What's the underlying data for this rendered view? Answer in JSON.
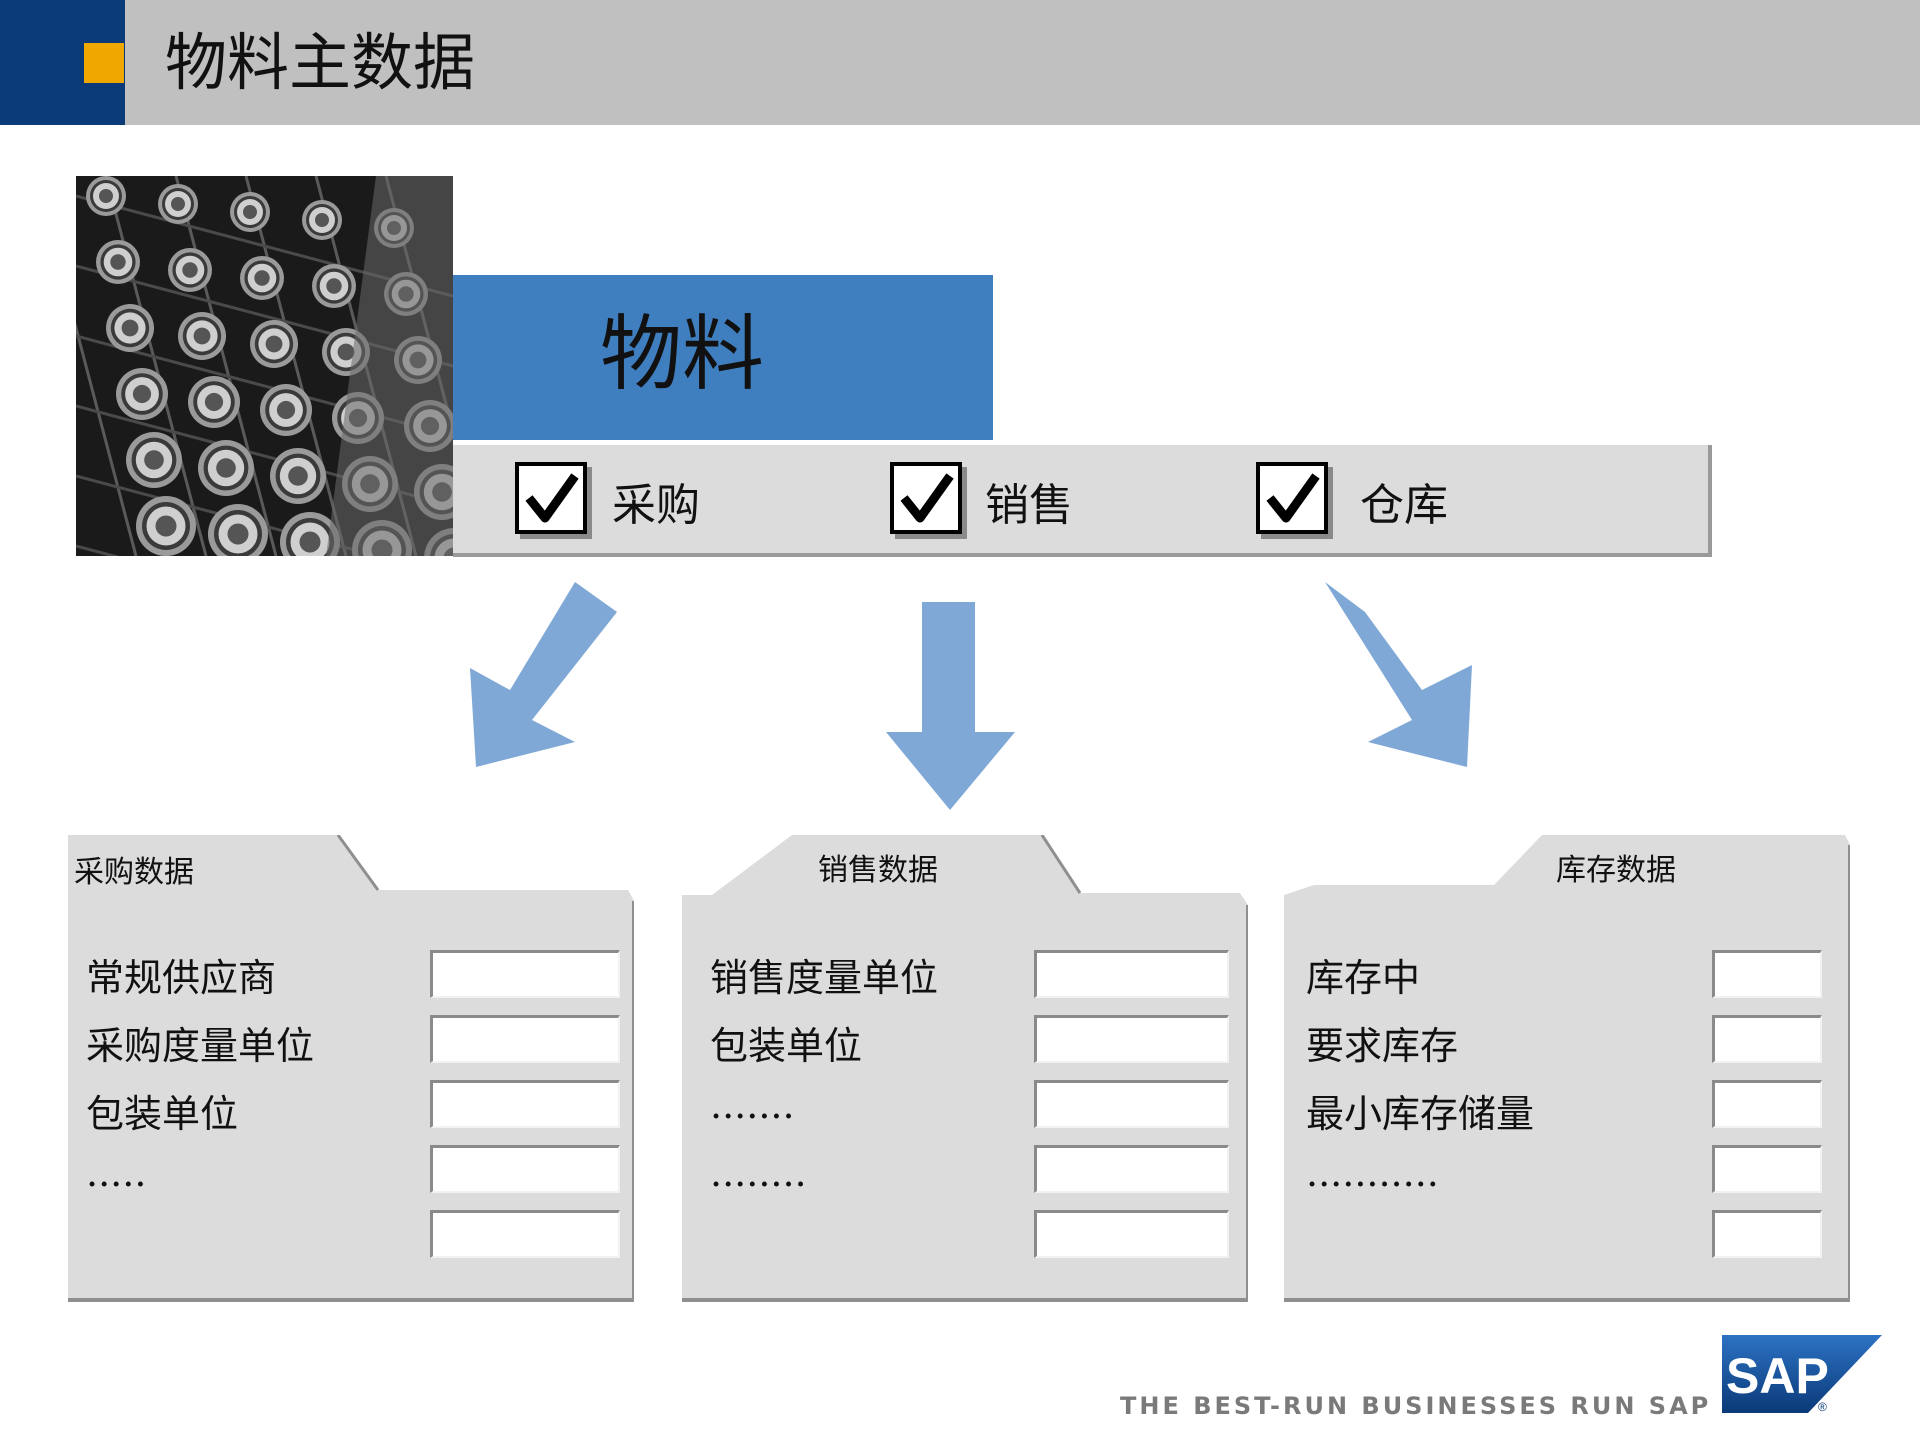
{
  "header": {
    "title": "物料主数据"
  },
  "material": {
    "title": "物料"
  },
  "checks": [
    {
      "label": "采购",
      "checked": true
    },
    {
      "label": "销售",
      "checked": true
    },
    {
      "label": "仓库",
      "checked": true
    }
  ],
  "folders": [
    {
      "tab": "采购数据",
      "rows": [
        "常规供应商",
        "采购度量单位",
        "包装单位",
        "....."
      ]
    },
    {
      "tab": "销售数据",
      "rows": [
        "销售度量单位",
        "包装单位",
        ".......",
        "........"
      ]
    },
    {
      "tab": "库存数据",
      "rows": [
        "库存中",
        "要求库存",
        "最小库存储量",
        "..........."
      ]
    }
  ],
  "footer": {
    "tagline": "THE BEST-RUN BUSINESSES RUN SAP",
    "logo": "SAP"
  },
  "colors": {
    "navy": "#0a3a78",
    "orange": "#f0a800",
    "material_blue": "#3f7fbf",
    "arrow_blue": "#7fa8d6",
    "panel_gray": "#dcdcdc"
  },
  "icons": [
    "checkbox-checked-icon",
    "arrow-down-left-icon",
    "arrow-down-icon",
    "arrow-down-right-icon",
    "sap-logo"
  ]
}
